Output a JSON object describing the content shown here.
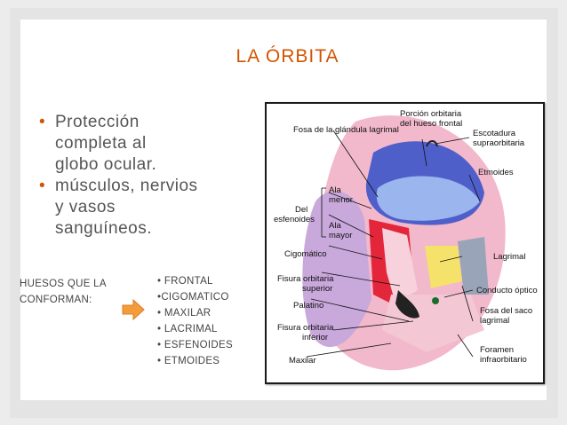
{
  "slide": {
    "title": "LA ÓRBITA",
    "bullets": [
      {
        "line1": "Protección",
        "line2": "completa al",
        "line3": "globo ocular."
      },
      {
        "line1": "músculos, nervios",
        "line2": "y vasos",
        "line3": "sanguíneos."
      }
    ],
    "bones_label": {
      "line1": "HUESOS QUE LA",
      "line2": "CONFORMAN:"
    },
    "bones": [
      "• FRONTAL",
      "•CIGOMATICO",
      "• MAXILAR",
      "• LACRIMAL",
      "• ESFENOIDES",
      "• ETMOIDES"
    ],
    "bullet_glyph": "•",
    "colors": {
      "accent": "#d35400",
      "arrow": "#f39c3c"
    }
  },
  "diagram": {
    "labels": {
      "fosa_glandula": "Fosa de la glándula lagrimal",
      "porcion_1": "Porción orbitaria",
      "porcion_2": "del hueso frontal",
      "escotadura_1": "Escotadura",
      "escotadura_2": "supraorbitaria",
      "etmoides": "Etmoides",
      "del": "Del",
      "esfenoides": "esfenoides",
      "ala1": "Ala",
      "menor": "menor",
      "ala2": "Ala",
      "mayor": "mayor",
      "cigomatico": "Cigomático",
      "lagrimal": "Lagrimal",
      "fisura_sup_1": "Fisura orbitaria",
      "fisura_sup_2": "superior",
      "conducto": "Conducto óptico",
      "palatino": "Palatino",
      "fosa_saco_1": "Fosa del saco",
      "fosa_saco_2": "lagrimal",
      "fisura_inf_1": "Fisura orbitaria",
      "fisura_inf_2": "inferior",
      "foramen_1": "Foramen",
      "foramen_2": "infraorbitario",
      "maxilar": "Maxilar"
    }
  }
}
